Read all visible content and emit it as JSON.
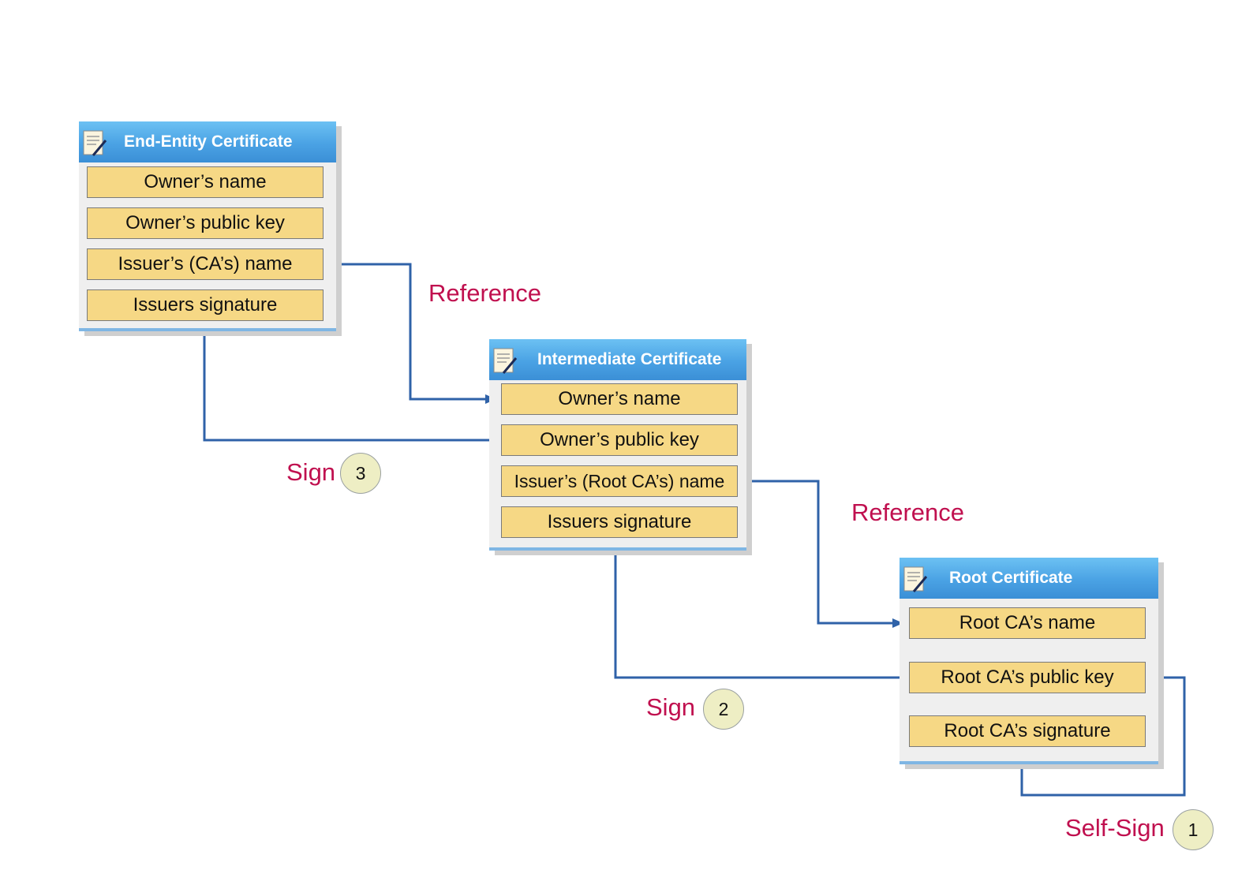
{
  "certificates": {
    "end_entity": {
      "title": "End-Entity Certificate",
      "fields": [
        "Owner’s name",
        "Owner’s public key",
        "Issuer’s (CA’s) name",
        "Issuers signature"
      ]
    },
    "intermediate": {
      "title": "Intermediate Certificate",
      "fields": [
        "Owner’s name",
        "Owner’s public key",
        "Issuer’s (Root CA’s) name",
        "Issuers signature"
      ]
    },
    "root": {
      "title": "Root Certificate",
      "fields": [
        "Root CA’s name",
        "Root CA’s public key",
        "Root CA’s signature"
      ]
    }
  },
  "labels": {
    "reference_1": "Reference",
    "reference_2": "Reference",
    "sign_3": "Sign",
    "sign_2": "Sign",
    "self_sign": "Self-Sign"
  },
  "badges": {
    "step_3": "3",
    "step_2": "2",
    "step_1": "1"
  },
  "colors": {
    "header": "#4aa2e4",
    "field": "#f6d885",
    "connector": "#2f62a8",
    "label": "#c0104f",
    "badge": "#eeeec4"
  },
  "icons": {
    "certificate": "certificate-icon",
    "arrow": "arrowhead"
  }
}
